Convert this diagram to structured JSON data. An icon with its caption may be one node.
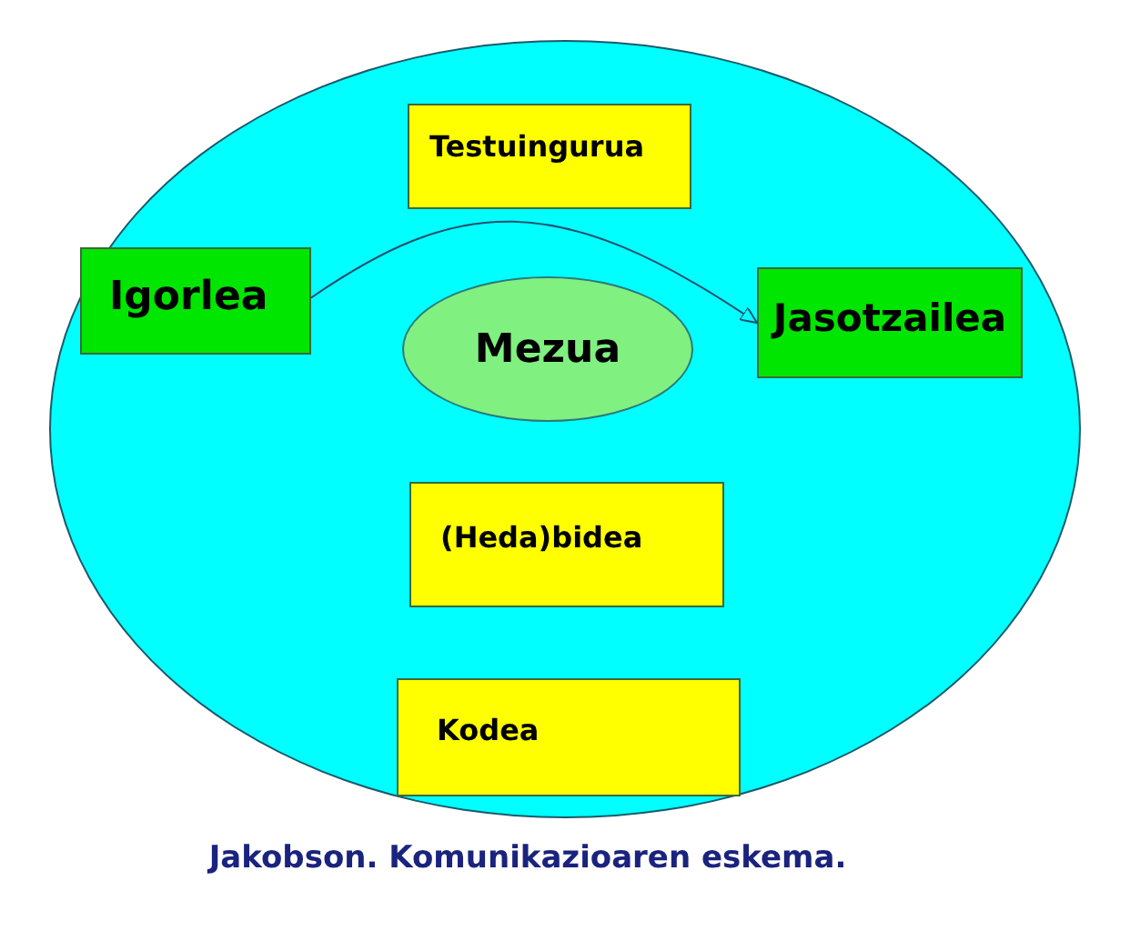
{
  "diagram": {
    "caption": "Jakobson. Komunikazioaren eskema.",
    "nodes": [
      {
        "text": [],
        "shape": "circle"
      },
      {
        "text": [
          "Testuingurua"
        ],
        "in": 0
      },
      {
        "text": [
          "Igorlea"
        ],
        "in": 0
      },
      {
        "text": [
          "Mezua"
        ],
        "in": 0
      },
      {
        "text": [
          "Jasotzailea"
        ],
        "in": 0
      },
      {
        "text": [
          "(Heda)bidea"
        ],
        "in": 0
      },
      {
        "text": [
          "Kodea"
        ],
        "in": 0
      }
    ],
    "edges": [
      {
        "from": 2,
        "to": 4,
        "arrow": "to"
      }
    ]
  }
}
